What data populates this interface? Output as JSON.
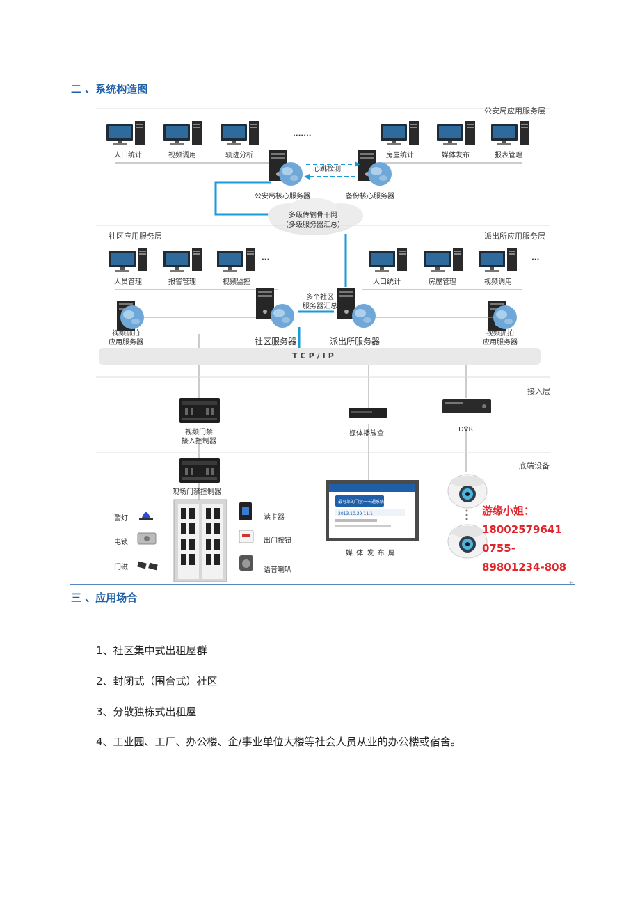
{
  "section2": {
    "title": "二 、系统构造图"
  },
  "diagram": {
    "layers": {
      "top_right": "公安局应用服务层",
      "community": "社区应用服务层",
      "police_station": "派出所应用服务层",
      "access": "接入层",
      "terminal": "底端设备"
    },
    "top_clients": [
      "人口统计",
      "视频调用",
      "轨迹分析",
      "房屋统计",
      "媒体发布",
      "报表管理"
    ],
    "ellipsis": "·······",
    "heartbeat": "心跳检测",
    "core_server": "公安局核心服务器",
    "backup_server": "备份核心服务器",
    "backbone": [
      "多级传输骨干网",
      "（多级服务器汇总）"
    ],
    "community_clients": [
      "人员管理",
      "报警管理",
      "视频监控"
    ],
    "station_clients": [
      "人口统计",
      "房屋管理",
      "视频调用"
    ],
    "aggregate": [
      "多个社区",
      "服务器汇总"
    ],
    "snap_server": [
      "视频抓拍",
      "应用服务器"
    ],
    "community_server": "社区服务器",
    "station_server": "派出所服务器",
    "tcpip": "TCP/IP",
    "access_controller": [
      "视频门禁",
      "接入控制器"
    ],
    "media_box": "媒体播放盒",
    "dvr": "DVR",
    "site_controller": "现场门禁控制器",
    "devices_left": [
      "警灯",
      "电锁",
      "门磁"
    ],
    "devices_right": [
      "读卡器",
      "出门按钮",
      "语音喇叭"
    ],
    "screen_caption": "媒 体 发 布 屏",
    "screen_text": [
      "最可靠的门禁一卡通系统！",
      "2013.10.29-11.1"
    ],
    "contact": [
      "游缘小姐：",
      "18002579641",
      "0755-",
      "89801234-808"
    ]
  },
  "section3": {
    "title": "三 、应用场合",
    "items": [
      "1、社区集中式出租屋群",
      "2、封闭式（围合式）社区",
      "3、分散独栋式出租屋",
      "4、工业园、工厂、办公楼、企/事业单位大楼等社会人员从业的办公楼或宿舍。"
    ]
  },
  "colors": {
    "heading": "#1f5fa8",
    "network_line": "#1a9ad6",
    "contact": "#e0252b"
  }
}
